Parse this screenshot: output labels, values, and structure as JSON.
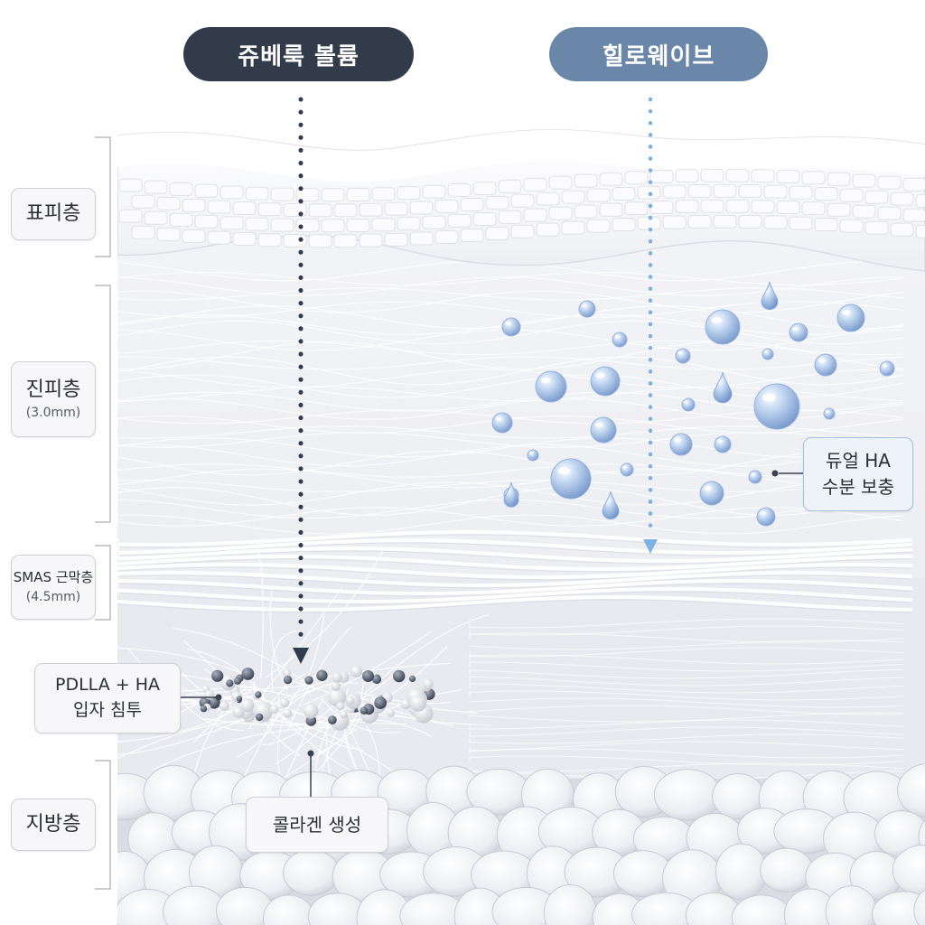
{
  "pills": {
    "jube": {
      "label": "쥬베룩 볼륨",
      "color": "#323b49"
    },
    "hilo": {
      "label": "힐로웨이브",
      "color": "#6a86a9"
    }
  },
  "layers": [
    {
      "name": "표피층",
      "sub": ""
    },
    {
      "name": "진피층",
      "sub": "(3.0mm)"
    },
    {
      "name": "SMAS 근막층",
      "sub": "(4.5mm)"
    },
    {
      "name": "지방층",
      "sub": ""
    }
  ],
  "callouts": {
    "ha_title": "듀얼 HA",
    "ha_sub": "수분 보충",
    "pdlla_title": "PDLLA + HA",
    "pdlla_sub": "입자 침투",
    "collagen": "콜라겐 생성"
  },
  "colors": {
    "dark_arrow": "#323b49",
    "blue_arrow": "#7fb0e4",
    "droplet": "#9cbbe6"
  }
}
